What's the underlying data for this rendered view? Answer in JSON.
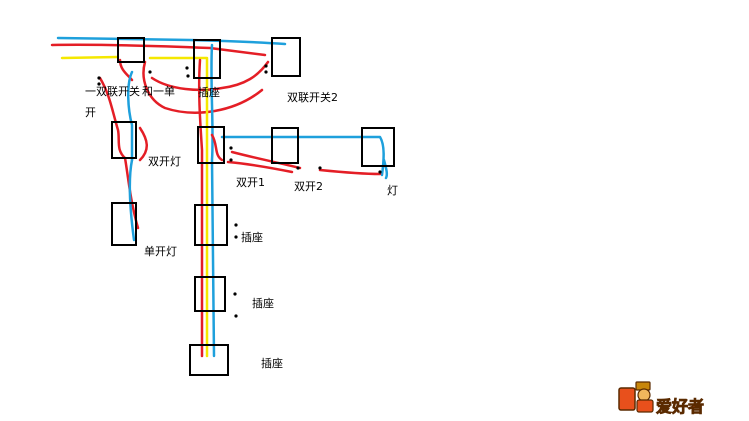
{
  "labels": {
    "switch_double_1_a": "一双联开关",
    "switch_double_1_b": "开",
    "switch_single": "和一单",
    "socket_top": "插座",
    "switch_double_2": "双联开关2",
    "lamp_double": "双开灯",
    "lamp_single": "单开灯",
    "double_switch_1": "双开1",
    "double_switch_2": "双开2",
    "lamp": "灯",
    "socket_1": "插座",
    "socket_2": "插座",
    "socket_3": "插座"
  },
  "logo": {
    "text": "爱好者",
    "icon": "woodworker-mascot-icon"
  },
  "colors": {
    "wire_red": "#e41e26",
    "wire_blue": "#1ea0dc",
    "wire_yellow": "#f5e800",
    "box_stroke": "#000000",
    "logo_fill": "#e8501c",
    "logo_stroke": "#5a2a00"
  }
}
